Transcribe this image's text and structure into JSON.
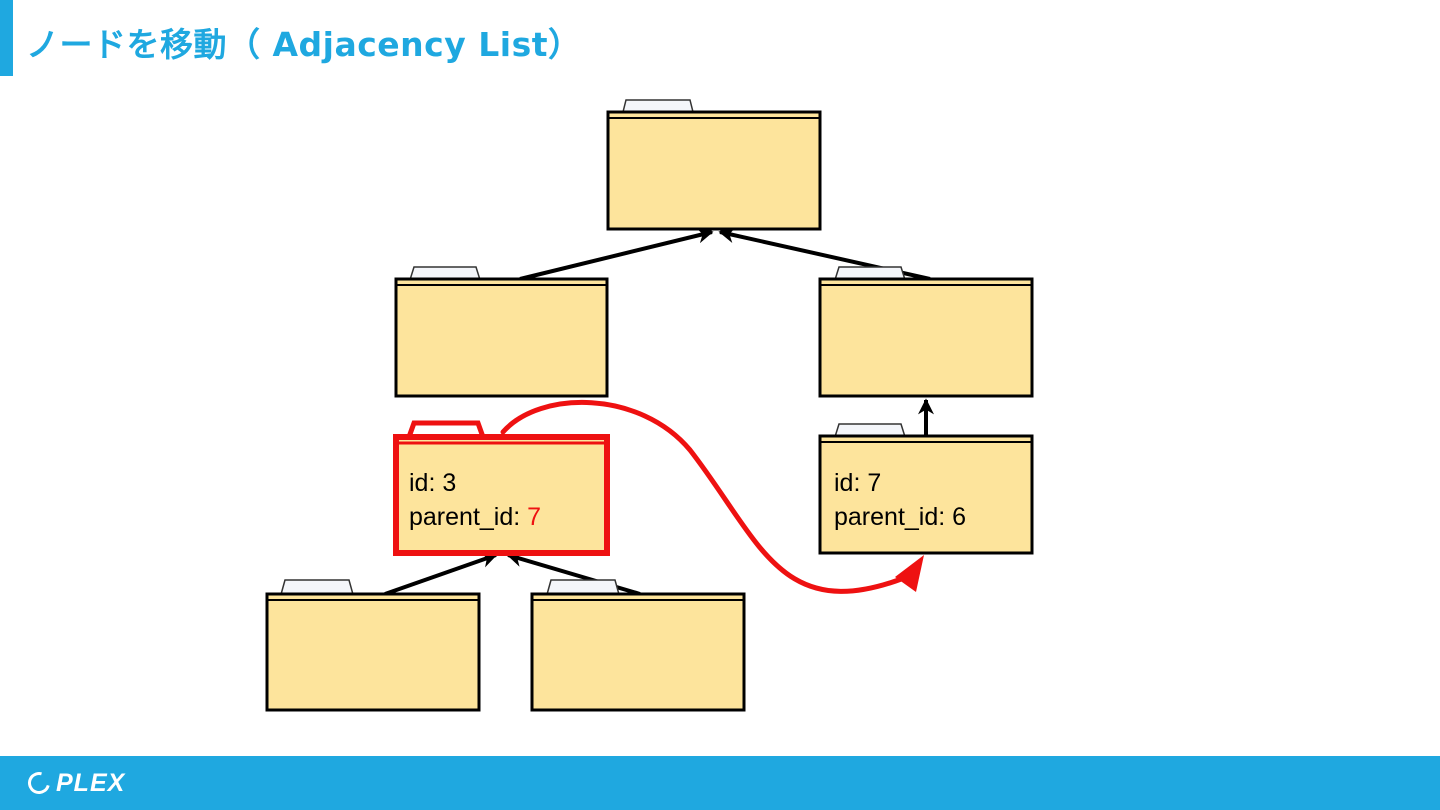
{
  "slide": {
    "title": "ノードを移動（ Adjacency List）"
  },
  "nodes": {
    "moved": {
      "id_label": "id: 3",
      "parent_prefix": "parent_id: ",
      "parent_value": "7"
    },
    "target": {
      "id_label": "id: 7",
      "parent_label": "parent_id: 6"
    }
  },
  "colors": {
    "accent": "#1fa8e0",
    "folder_fill": "#fde49c",
    "folder_tab": "#f4f6fa",
    "highlight": "#ee1111",
    "stroke": "#000000"
  },
  "footer": {
    "logo_text": "PLEX",
    "logo_icon": "ring-icon"
  }
}
